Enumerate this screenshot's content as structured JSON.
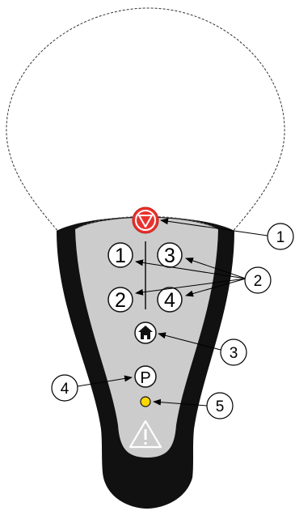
{
  "remote": {
    "buttons": {
      "stop": {
        "icon": "stop-icon",
        "color": "#e8322e"
      },
      "move_1": {
        "label": "1"
      },
      "move_2": {
        "label": "2"
      },
      "move_3": {
        "label": "3"
      },
      "move_4": {
        "label": "4"
      },
      "home": {
        "icon": "home-icon"
      },
      "park": {
        "label": "P"
      },
      "status_led": {
        "color": "#ffd700"
      },
      "warning": {
        "icon": "warning-triangle-icon"
      }
    },
    "colors": {
      "body": "#111111",
      "face": "#cccccc"
    }
  },
  "callouts": {
    "c1": "1",
    "c2": "2",
    "c3": "3",
    "c4": "4",
    "c5": "5"
  }
}
